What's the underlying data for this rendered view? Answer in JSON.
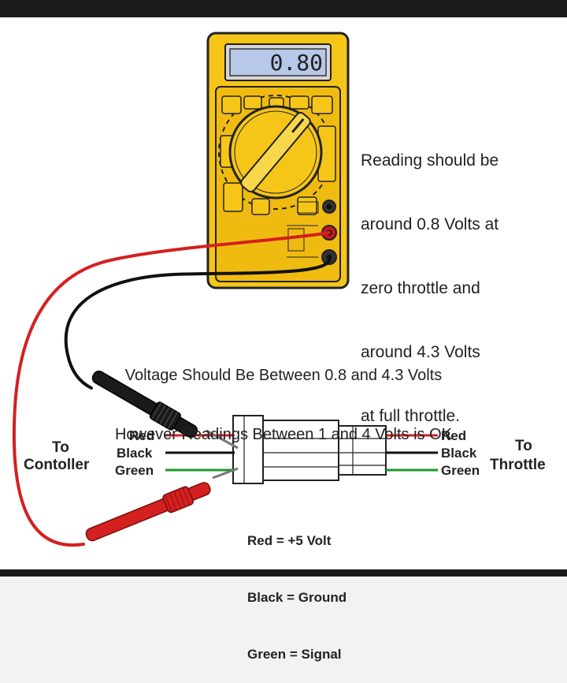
{
  "meter": {
    "display": "0.80"
  },
  "notes": {
    "reading": [
      "Reading should be",
      "around 0.8 Volts at",
      "zero throttle and",
      "around 4.3 Volts",
      "at full throttle."
    ],
    "range": [
      "Voltage Should Be Between 0.8 and 4.3 Volts",
      "However Readings Between 1 and 4 Volts is OK"
    ]
  },
  "left_side": {
    "title_top": "To",
    "title_bottom": "Contoller",
    "wires": [
      "Red",
      "Black",
      "Green"
    ]
  },
  "right_side": {
    "title_top": "To",
    "title_bottom": "Throttle",
    "wires": [
      "Red",
      "Black",
      "Green"
    ]
  },
  "legend": [
    "Red = +5 Volt",
    "Black = Ground",
    "Green = Signal"
  ],
  "colors": {
    "meter_body": "#f5c518",
    "meter_outline": "#222222",
    "lcd": "#b7c8e8",
    "wire_red": "#d42020",
    "wire_black": "#111111",
    "wire_green": "#1a9a2a"
  }
}
